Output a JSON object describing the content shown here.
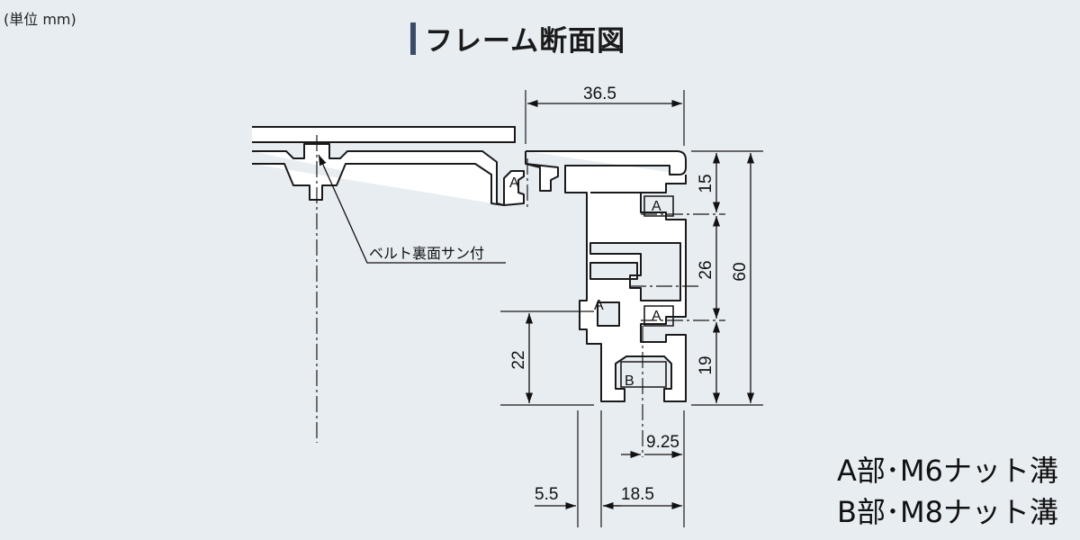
{
  "unit_note": "(単位  mm)",
  "title": "フレーム断面図",
  "belt_label": "ベルト裏面サン付",
  "groove_labels": {
    "a1": "A",
    "a2": "A",
    "a3": "A",
    "a4": "A",
    "b1": "B"
  },
  "dimensions": {
    "top_width": "36.5",
    "h15": "15",
    "h26": "26",
    "h60": "60",
    "h19": "19",
    "h22": "22",
    "w9_25": "9.25",
    "w5_5": "5.5",
    "w18_5": "18.5"
  },
  "legend": {
    "line1": "A部･M6ナット溝",
    "line2": "B部･M8ナット溝"
  },
  "colors": {
    "background": "#e8edf2",
    "profile_fill": "#ffffff",
    "line": "#1a1a1a",
    "title_bar": "#3a4d66"
  }
}
